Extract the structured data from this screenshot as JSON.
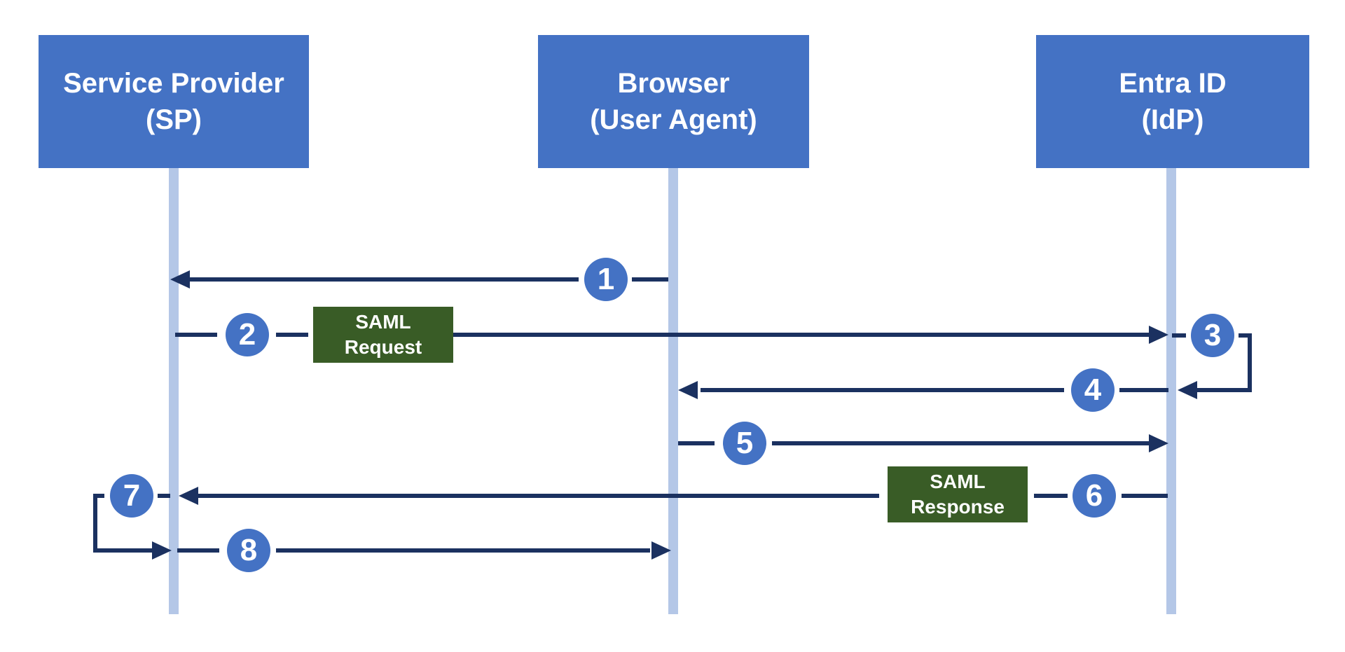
{
  "actors": [
    {
      "name": "Service Provider",
      "role": "(SP)"
    },
    {
      "name": "Browser",
      "role": "(User Agent)"
    },
    {
      "name": "Entra ID",
      "role": "(IdP)"
    }
  ],
  "messages": [
    {
      "step": "1",
      "from": "Browser (User Agent)",
      "to": "Service Provider (SP)",
      "label": ""
    },
    {
      "step": "2",
      "from": "Service Provider (SP)",
      "to": "Entra ID (IdP)",
      "label": "SAML Request"
    },
    {
      "step": "3",
      "from": "Entra ID (IdP)",
      "to": "Entra ID (IdP)",
      "label": ""
    },
    {
      "step": "4",
      "from": "Entra ID (IdP)",
      "to": "Browser (User Agent)",
      "label": ""
    },
    {
      "step": "5",
      "from": "Browser (User Agent)",
      "to": "Entra ID (IdP)",
      "label": ""
    },
    {
      "step": "6",
      "from": "Entra ID (IdP)",
      "to": "Service Provider (SP)",
      "label": "SAML Response"
    },
    {
      "step": "7",
      "from": "Service Provider (SP)",
      "to": "Service Provider (SP)",
      "label": ""
    },
    {
      "step": "8",
      "from": "Service Provider (SP)",
      "to": "Browser (User Agent)",
      "label": ""
    }
  ],
  "labels": {
    "saml_request": {
      "line1": "SAML",
      "line2": "Request"
    },
    "saml_response": {
      "line1": "SAML",
      "line2": "Response"
    }
  },
  "colors": {
    "actor_fill": "#4472C4",
    "lifeline_fill": "#B4C7E7",
    "arrow_color": "#1B3160",
    "circle_fill": "#4472C4",
    "label_fill": "#395C26"
  }
}
